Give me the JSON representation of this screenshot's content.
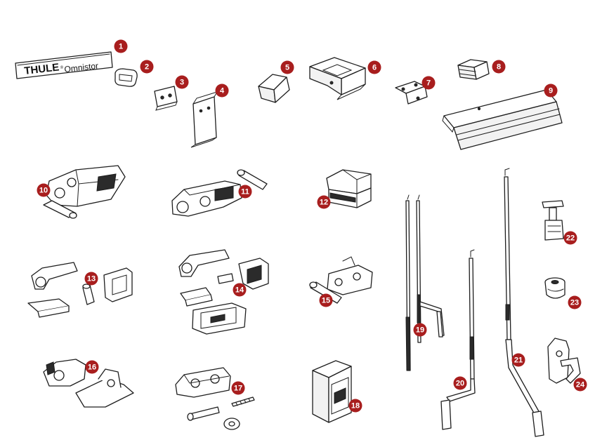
{
  "logo": {
    "brand": "THULE",
    "registered": "®",
    "product": "Omnistor"
  },
  "colors": {
    "label_fill": "#a81e1e",
    "line": "#1e1e1e"
  },
  "parts": [
    {
      "number": "1"
    },
    {
      "number": "2"
    },
    {
      "number": "3"
    },
    {
      "number": "4"
    },
    {
      "number": "5"
    },
    {
      "number": "6"
    },
    {
      "number": "7"
    },
    {
      "number": "8"
    },
    {
      "number": "9"
    },
    {
      "number": "10"
    },
    {
      "number": "11"
    },
    {
      "number": "12"
    },
    {
      "number": "13"
    },
    {
      "number": "14"
    },
    {
      "number": "15"
    },
    {
      "number": "16"
    },
    {
      "number": "17"
    },
    {
      "number": "18"
    },
    {
      "number": "19"
    },
    {
      "number": "20"
    },
    {
      "number": "21"
    },
    {
      "number": "22"
    },
    {
      "number": "23"
    },
    {
      "number": "24"
    }
  ]
}
